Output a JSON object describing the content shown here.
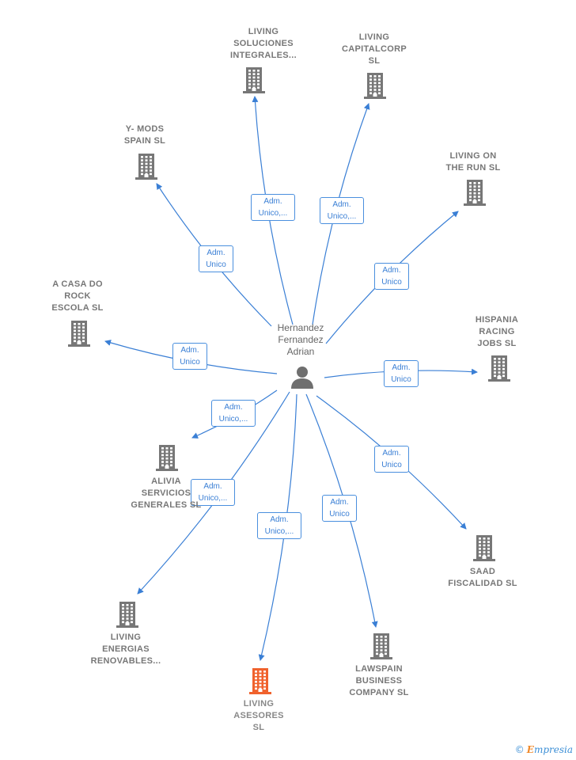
{
  "center": {
    "label": "Hernandez\nFernandez\nAdrian",
    "icon": "person-icon"
  },
  "nodes": [
    {
      "id": "living-soluciones",
      "label": "LIVING\nSOLUCIONES\nINTEGRALES...",
      "highlight": false
    },
    {
      "id": "living-capitalcorp",
      "label": "LIVING\nCAPITALCORP\nSL",
      "highlight": false
    },
    {
      "id": "y-mods",
      "label": "Y- MODS\nSPAIN SL",
      "highlight": false
    },
    {
      "id": "living-on-the-run",
      "label": "LIVING ON\nTHE RUN  SL",
      "highlight": false
    },
    {
      "id": "a-casa-do-rock",
      "label": "A CASA DO\nROCK\nESCOLA  SL",
      "highlight": false
    },
    {
      "id": "hispania-racing",
      "label": "HISPANIA\nRACING\nJOBS  SL",
      "highlight": false
    },
    {
      "id": "alivia",
      "label": "ALIVIA\nSERVICIOS\nGENERALES SL",
      "highlight": false
    },
    {
      "id": "saad",
      "label": "SAAD\nFISCALIDAD SL",
      "highlight": false
    },
    {
      "id": "living-energias",
      "label": "LIVING\nENERGIAS\nRENOVABLES...",
      "highlight": false
    },
    {
      "id": "lawspain",
      "label": "LAWSPAIN\nBUSINESS\nCOMPANY  SL",
      "highlight": false
    },
    {
      "id": "living-asesores",
      "label": "LIVING\nASESORES\nSL",
      "highlight": true
    }
  ],
  "edges": [
    {
      "to": "living-soluciones",
      "label": "Adm.\nUnico,..."
    },
    {
      "to": "living-capitalcorp",
      "label": "Adm.\nUnico,..."
    },
    {
      "to": "y-mods",
      "label": "Adm.\nUnico"
    },
    {
      "to": "living-on-the-run",
      "label": "Adm.\nUnico"
    },
    {
      "to": "a-casa-do-rock",
      "label": "Adm.\nUnico"
    },
    {
      "to": "hispania-racing",
      "label": "Adm.\nUnico"
    },
    {
      "to": "alivia",
      "label": "Adm.\nUnico,..."
    },
    {
      "to": "saad",
      "label": "Adm.\nUnico"
    },
    {
      "to": "living-energias",
      "label": "Adm.\nUnico,..."
    },
    {
      "to": "lawspain",
      "label": "Adm.\nUnico"
    },
    {
      "to": "living-asesores",
      "label": "Adm.\nUnico,..."
    }
  ],
  "colors": {
    "edge": "#3a7fd5",
    "building": "#777777",
    "highlight": "#f0622d"
  },
  "brand": {
    "copyright": "©",
    "initial": "E",
    "rest": "mpresia"
  }
}
